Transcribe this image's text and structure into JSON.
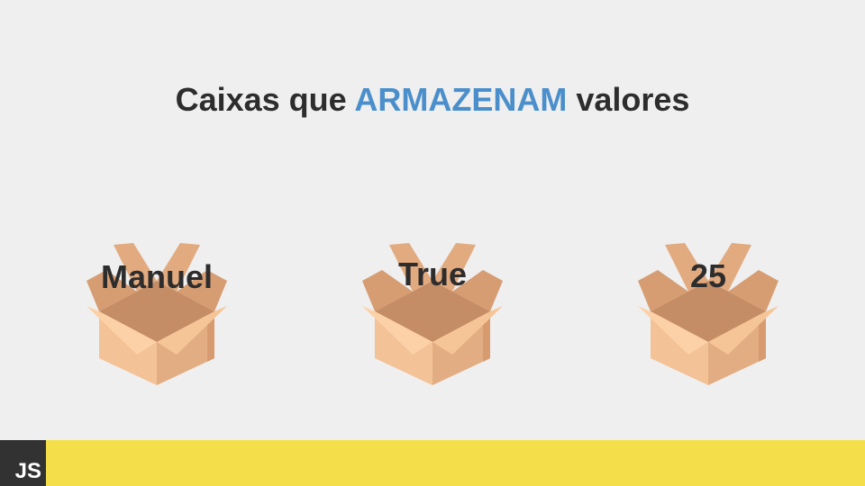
{
  "title": {
    "prefix": "Caixas que ",
    "highlight": "ARMAZENAM",
    "suffix": " valores"
  },
  "boxes": [
    {
      "label": "Manuel",
      "icon": "cardboard-box-icon"
    },
    {
      "label": "True",
      "icon": "cardboard-box-icon"
    },
    {
      "label": "25",
      "icon": "cardboard-box-icon"
    }
  ],
  "footer": {
    "logo_text": "JS"
  },
  "colors": {
    "background": "#efefef",
    "highlight": "#4a8fcb",
    "text": "#2d2d2d",
    "footer_bar": "#f4df4b",
    "badge": "#323232"
  }
}
